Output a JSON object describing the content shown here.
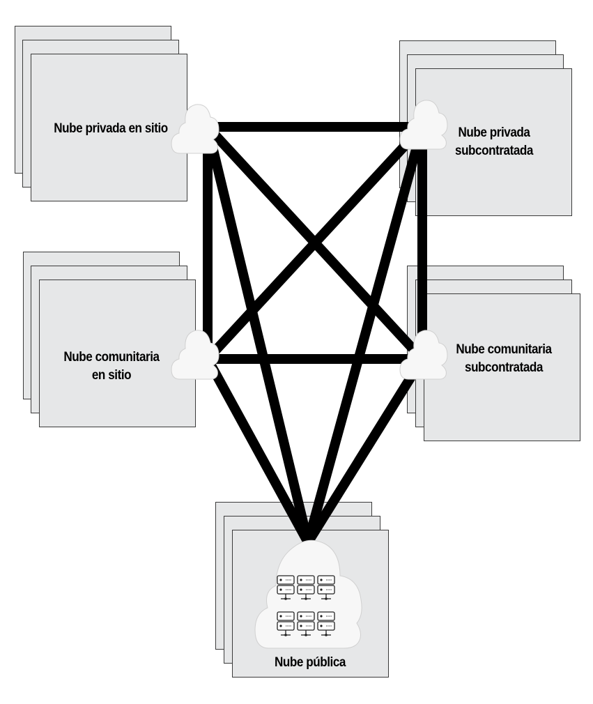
{
  "nodes": {
    "private_onsite": {
      "label": "Nube privada en sitio"
    },
    "private_outsourced": {
      "label_line1": "Nube privada",
      "label_line2": "subcontratada"
    },
    "community_onsite": {
      "label_line1": "Nube comunitaria",
      "label_line2": "en sitio"
    },
    "community_outsourced": {
      "label_line1": "Nube comunitaria",
      "label_line2": "subcontratada"
    },
    "public": {
      "label": "Nube pública"
    }
  },
  "links": [
    [
      "private_onsite",
      "private_outsourced"
    ],
    [
      "private_onsite",
      "community_onsite"
    ],
    [
      "private_onsite",
      "community_outsourced"
    ],
    [
      "private_onsite",
      "public"
    ],
    [
      "private_outsourced",
      "community_onsite"
    ],
    [
      "private_outsourced",
      "community_outsourced"
    ],
    [
      "private_outsourced",
      "public"
    ],
    [
      "community_onsite",
      "community_outsourced"
    ],
    [
      "community_onsite",
      "public"
    ],
    [
      "community_outsourced",
      "public"
    ]
  ],
  "icons": {
    "node_cloud": "cloud-icon",
    "public_cloud": "cloud-servers-icon",
    "server": "server-rack-icon"
  },
  "colors": {
    "panel_fill": "#e6e7e8",
    "panel_border": "#3a3a3a",
    "link": "#000000",
    "cloud_fill": "#f7f7f7"
  }
}
